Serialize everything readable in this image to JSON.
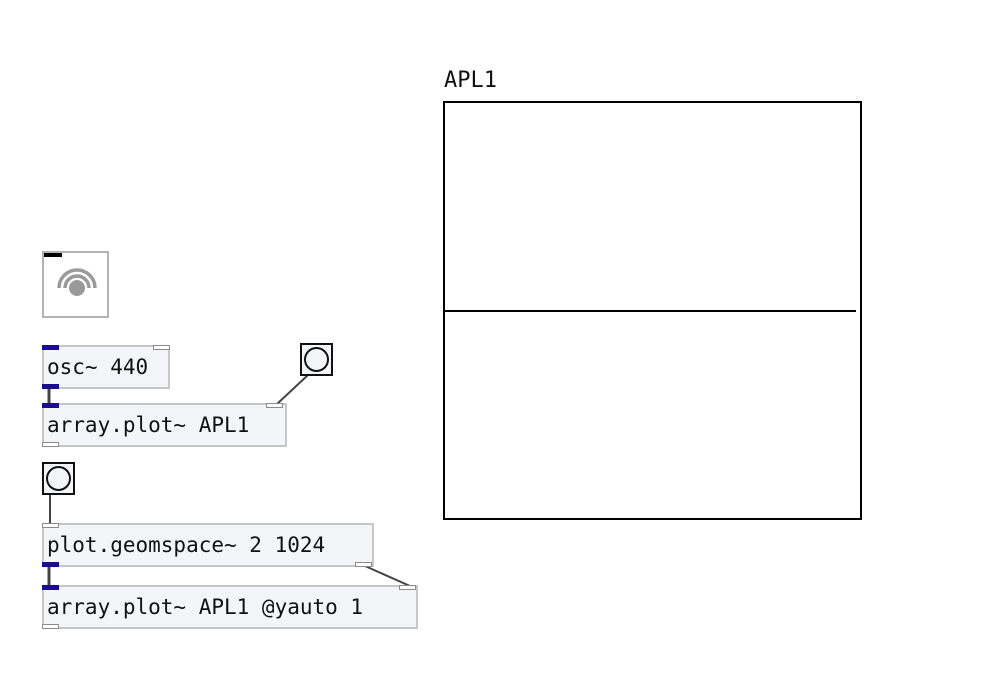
{
  "patch": {
    "objects": {
      "osc": "osc~ 440",
      "plot1": "array.plot~ APL1",
      "geomspace": "plot.geomspace~ 2 1024",
      "plot2": "array.plot~ APL1 @yauto 1"
    },
    "array": {
      "name": "APL1",
      "values": "flat line at 0"
    },
    "icons": {
      "dsp": "dsp-toggle-icon",
      "bang": "bang-icon"
    }
  }
}
